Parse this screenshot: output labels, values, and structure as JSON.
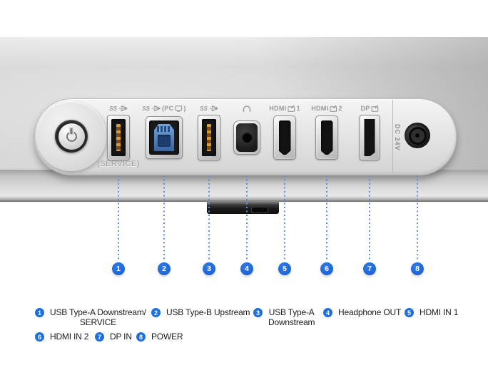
{
  "colors": {
    "accent_blue": "#1c6fdd",
    "dot_blue": "#5b8ee6",
    "usb_b_blue": "#4a79b8"
  },
  "panel": {
    "ports": [
      {
        "id": "usb-a-service",
        "top": "SS",
        "sub": "(SERVICE)"
      },
      {
        "id": "usb-b",
        "top": "SS",
        "paren_open": "(PC",
        "paren_close": ")"
      },
      {
        "id": "usb-a",
        "top": "SS"
      },
      {
        "id": "headphone"
      },
      {
        "id": "hdmi-1",
        "top": "HDMI",
        "num": "1"
      },
      {
        "id": "hdmi-2",
        "top": "HDMI",
        "num": "2"
      },
      {
        "id": "dp",
        "top": "DP"
      },
      {
        "id": "dc",
        "label": "DC 24V"
      }
    ]
  },
  "callouts": [
    "1",
    "2",
    "3",
    "4",
    "5",
    "6",
    "7",
    "8"
  ],
  "legend": [
    {
      "num": "1",
      "line1": "USB Type-A Downstream/",
      "line2": "SERVICE"
    },
    {
      "num": "2",
      "line1": "USB Type-B Upstream"
    },
    {
      "num": "3",
      "line1": "USB Type-A",
      "line2": "Downstream"
    },
    {
      "num": "4",
      "line1": "Headphone OUT"
    },
    {
      "num": "5",
      "line1": "HDMI IN 1"
    },
    {
      "num": "6",
      "line1": "HDMI IN 2"
    },
    {
      "num": "7",
      "line1": "DP IN"
    },
    {
      "num": "8",
      "line1": "POWER"
    }
  ]
}
